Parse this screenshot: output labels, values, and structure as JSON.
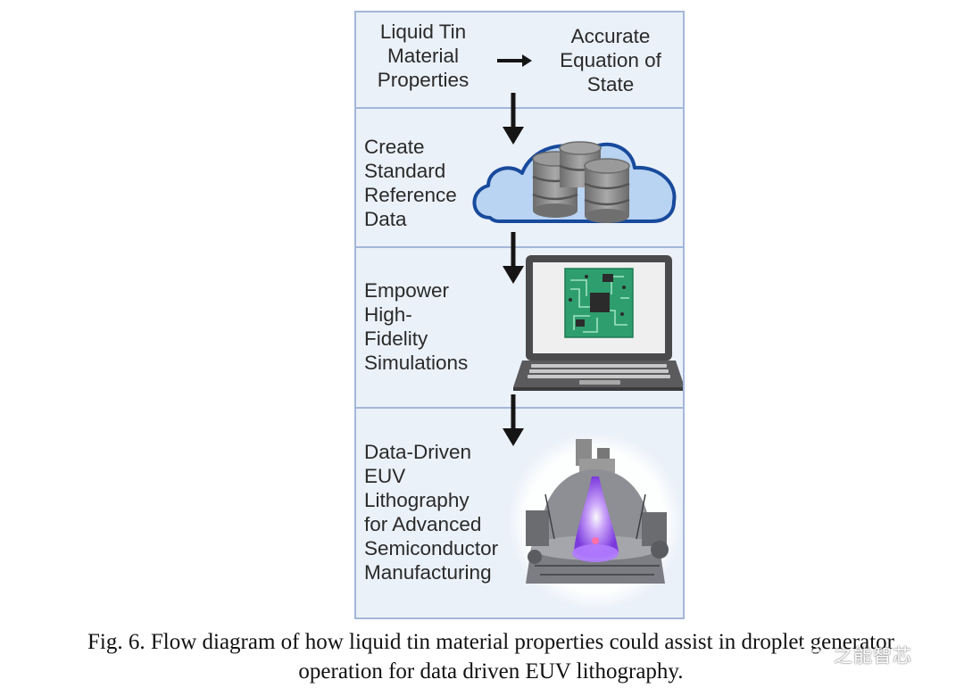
{
  "panels": {
    "p1": {
      "left_text": "Liquid Tin\nMaterial\nProperties",
      "right_text": "Accurate\nEquation of\nState"
    },
    "p2": {
      "text": "Create\nStandard\nReference\nData"
    },
    "p3": {
      "text": "Empower\nHigh-\nFidelity\nSimulations"
    },
    "p4": {
      "text": "Data-Driven\nEUV\nLithography\nfor Advanced\nSemiconductor\nManufacturing"
    }
  },
  "caption": {
    "line1": "Fig. 6. Flow diagram of how liquid tin material properties could assist in droplet generator",
    "line2": "operation for data driven EUV lithography."
  },
  "watermark": {
    "text": "之能智芯"
  },
  "colors": {
    "panel_bg": "#ebf1f9",
    "panel_border": "#a4b7d9",
    "cloud_fill": "#b9d3f2",
    "cloud_stroke": "#184a9c",
    "pcb_green": "#2e9e6e",
    "euv_purple": "#9b5cf0"
  },
  "icons": [
    "arrow-right-icon",
    "arrow-down-icon",
    "cloud-database-icon",
    "laptop-circuit-icon",
    "euv-machine-icon",
    "wechat-logo-icon"
  ]
}
